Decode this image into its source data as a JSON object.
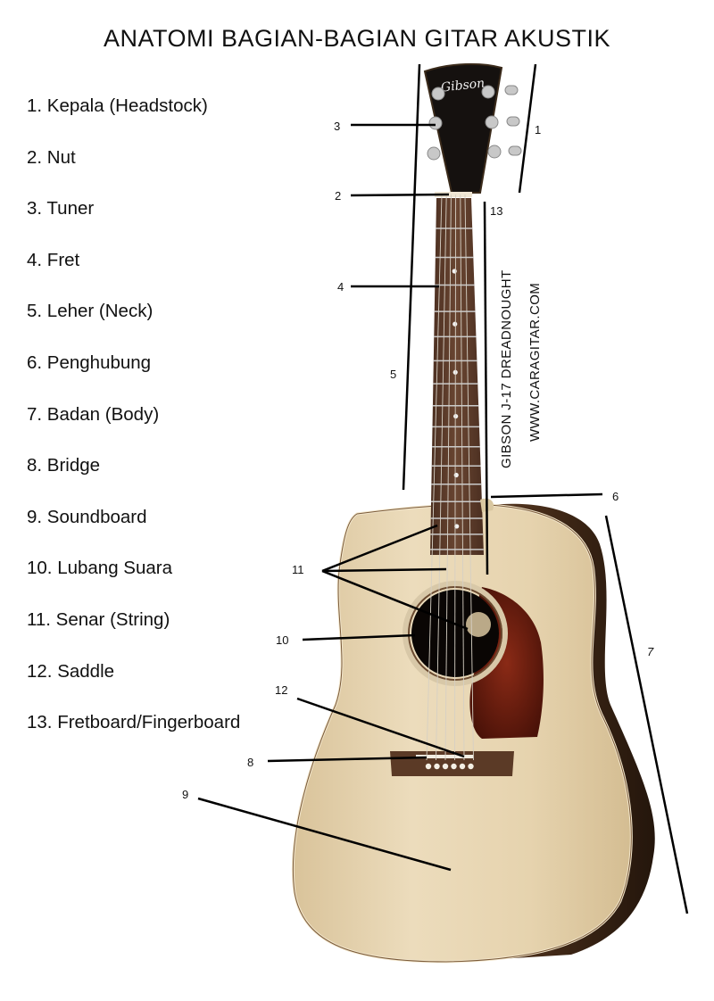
{
  "title": "ANATOMI BAGIAN-BAGIAN GITAR AKUSTIK",
  "legend": [
    "1. Kepala (Headstock)",
    "2. Nut",
    "3. Tuner",
    "4. Fret",
    "5. Leher (Neck)",
    "6. Penghubung",
    "7. Badan (Body)",
    "8. Bridge",
    "9. Soundboard",
    "10. Lubang Suara",
    "11. Senar (String)",
    "12. Saddle",
    "13. Fretboard/Fingerboard"
  ],
  "callouts": {
    "c1": "1",
    "c2": "2",
    "c3": "3",
    "c4": "4",
    "c5": "5",
    "c6": "6",
    "c7": "7",
    "c8": "8",
    "c9": "9",
    "c10": "10",
    "c11": "11",
    "c12": "12",
    "c13": "13"
  },
  "guitar_model": "GIBSON J-17 DREADNOUGHT",
  "website": "WWW.CARAGITAR.COM",
  "headstock_logo": "Gibson",
  "colors": {
    "soundboard": "#e6d4b0",
    "body_side": "#3a2414",
    "fretboard": "#5a3a2a",
    "pickguard": "#6e1c10",
    "bridge": "#5b3a26"
  }
}
